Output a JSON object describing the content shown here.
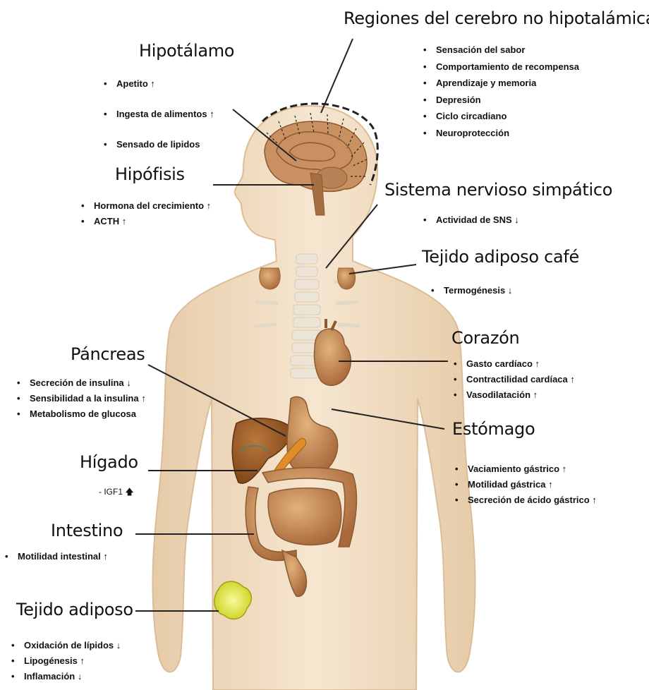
{
  "regions": {
    "hipotalamo": {
      "title": "Hipotálamo",
      "items": [
        "Apetito ↑",
        "Ingesta de alimentos ↑",
        "Sensado de lipidos"
      ]
    },
    "regiones_cerebro": {
      "title": "Regiones del cerebro no hipotalámicas",
      "items": [
        "Sensación del sabor",
        "Comportamiento de recompensa",
        "Aprendizaje y memoria",
        "Depresión",
        "Ciclo circadiano",
        "Neuroprotección"
      ]
    },
    "hipofisis": {
      "title": "Hipófisis",
      "items": [
        "Hormona del crecimiento ↑",
        "ACTH ↑"
      ]
    },
    "sns": {
      "title": "Sistema nervioso simpático",
      "items": [
        "Actividad de SNS ↓"
      ]
    },
    "tejido_cafe": {
      "title": "Tejido adiposo café",
      "items": [
        "Termogénesis ↓"
      ]
    },
    "corazon": {
      "title": "Corazón",
      "items": [
        "Gasto cardíaco ↑",
        "Contractilidad cardíaca ↑",
        "Vasodilatación ↑"
      ]
    },
    "pancreas": {
      "title": "Páncreas",
      "items": [
        "Secreción de insulina ↓",
        "Sensibilidad a la insulina ↑",
        "Metabolismo de glucosa"
      ]
    },
    "estomago": {
      "title": "Estómago",
      "items": [
        "Vaciamiento gástrico ↑",
        "Motilidad gástrica ↑",
        "Secreción de ácido gástrico ↑"
      ]
    },
    "higado": {
      "title": "Hígado",
      "note": "- IGF1 🡅"
    },
    "intestino": {
      "title": "Intestino",
      "items": [
        "Motilidad intestinal ↑"
      ]
    },
    "tejido_adiposo": {
      "title": "Tejido adiposo",
      "items": [
        "Oxidación de lípidos ↓",
        "Lipogénesis ↑",
        "Inflamación ↓"
      ]
    }
  },
  "colors": {
    "body_skin": "#f1dcc0",
    "body_edge": "#e2c6a2",
    "brain": "#c9935e",
    "organ_brown": "#b87a45",
    "liver": "#9b5a28",
    "pancreas_orange": "#e0902c",
    "fat_yellow": "#e9ee3a",
    "leader_line": "#222222"
  }
}
